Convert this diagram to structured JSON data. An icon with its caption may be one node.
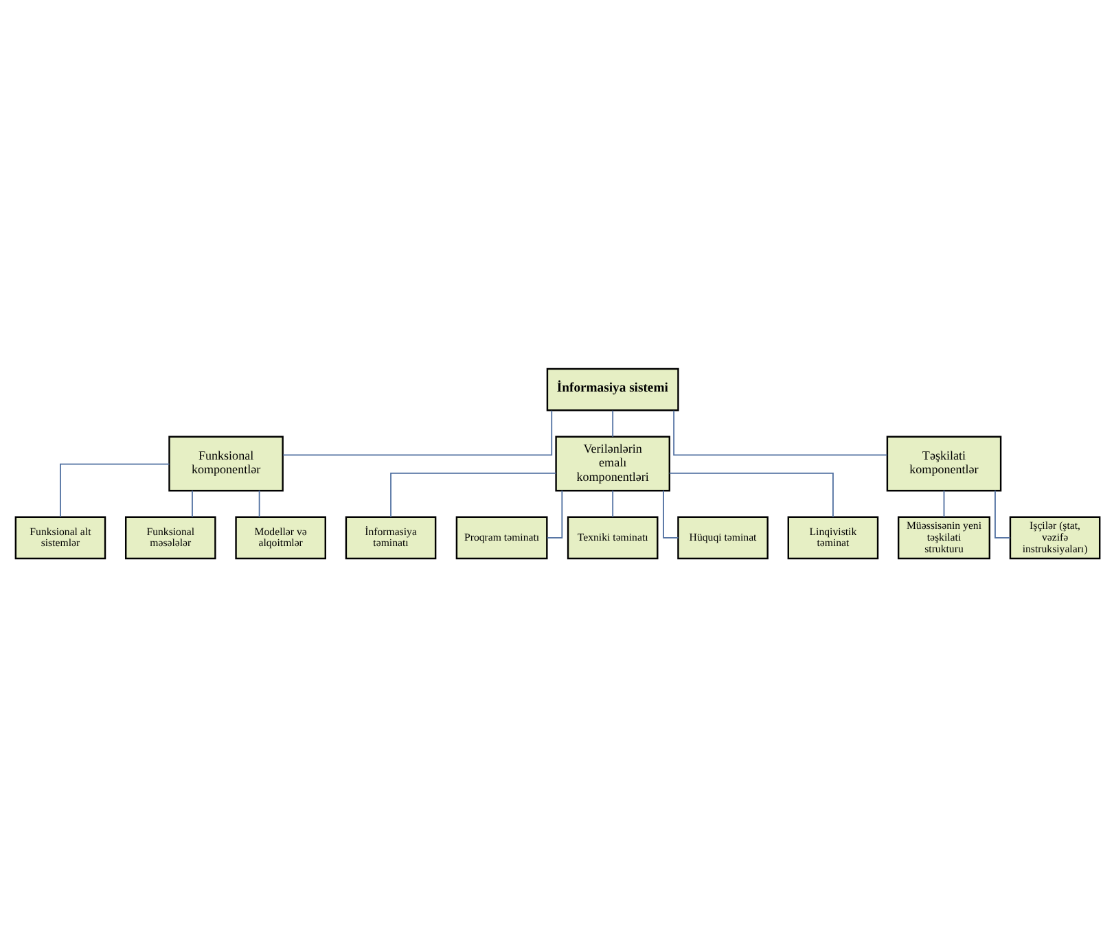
{
  "diagram": {
    "nodes": [
      {
        "text": [
          "İnformasiya sistemi"
        ]
      },
      {
        "text": [
          "Funksional komponentlər"
        ]
      },
      {
        "text": [
          "Verilənlərin emalı komponentləri"
        ]
      },
      {
        "text": [
          "Təşkilati komponentlər"
        ]
      },
      {
        "text": [
          "Funksional alt sistemlər"
        ]
      },
      {
        "text": [
          "Funksional məsələlər"
        ]
      },
      {
        "text": [
          "Modellər və alqoitmlər"
        ]
      },
      {
        "text": [
          "İnformasiya təminatı"
        ]
      },
      {
        "text": [
          "Proqram təminatı"
        ]
      },
      {
        "text": [
          "Texniki təminatı"
        ]
      },
      {
        "text": [
          "Hüquqi təminat"
        ]
      },
      {
        "text": [
          "Linqivistik təminat"
        ]
      },
      {
        "text": [
          "Müəssisənin yeni təşkilati strukturu"
        ]
      },
      {
        "text": [
          "Işçilər (ştat, vəzifə instruksiyaları)"
        ]
      }
    ],
    "edges": [
      {
        "from": 0,
        "to": 1,
        "arrow": "none"
      },
      {
        "from": 0,
        "to": 2,
        "arrow": "none"
      },
      {
        "from": 0,
        "to": 3,
        "arrow": "none"
      },
      {
        "from": 1,
        "to": 4,
        "arrow": "none"
      },
      {
        "from": 1,
        "to": 5,
        "arrow": "none"
      },
      {
        "from": 1,
        "to": 6,
        "arrow": "none"
      },
      {
        "from": 2,
        "to": 7,
        "arrow": "none"
      },
      {
        "from": 2,
        "to": 8,
        "arrow": "none"
      },
      {
        "from": 2,
        "to": 9,
        "arrow": "none"
      },
      {
        "from": 2,
        "to": 10,
        "arrow": "none"
      },
      {
        "from": 2,
        "to": 11,
        "arrow": "none"
      },
      {
        "from": 3,
        "to": 12,
        "arrow": "none"
      },
      {
        "from": 3,
        "to": 13,
        "arrow": "none"
      }
    ]
  }
}
